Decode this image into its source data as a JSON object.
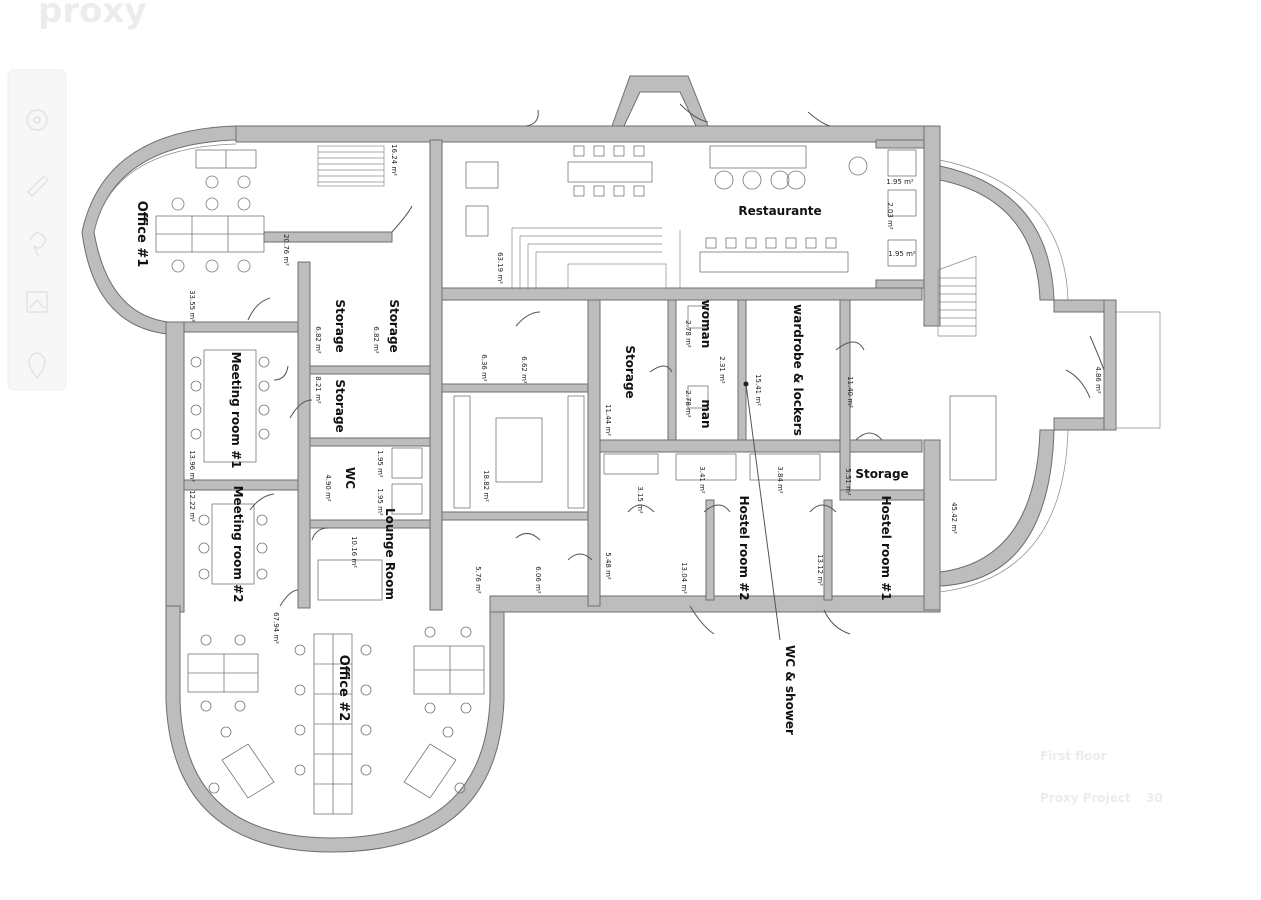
{
  "brand": "proxy",
  "footer": {
    "floor": "First floor",
    "page_prefix": "Proxy Project",
    "page_number": "30"
  },
  "toolbar": [
    "select-icon",
    "pen-icon",
    "lasso-icon",
    "frame-icon",
    "location-icon"
  ],
  "rooms": {
    "office1": "Office #1",
    "office2": "Office #2",
    "meeting1": "Meeting room #1",
    "meeting2": "Meeting room #2",
    "storage_a": "Storage",
    "storage_b": "Storage",
    "storage_c": "Storage",
    "storage_d": "Storage",
    "storage_e": "Storage",
    "wc": "WC",
    "lounge": "Lounge Room",
    "restaurante": "Restaurante",
    "woman": "woman",
    "man": "man",
    "wardrobe": "wardrobe & lockers",
    "hostel1": "Hostel room #1",
    "hostel2": "Hostel room #2",
    "wc_shower": "WC & shower"
  },
  "areas": {
    "a1": "16.24 m²",
    "a2": "20.76 m²",
    "a3": "33.55 m²",
    "a4": "6.82 m²",
    "a5": "6.82 m²",
    "a6": "8.21 m²",
    "a7": "13.96 m²",
    "a8": "12.22 m²",
    "a9": "1.95 m²",
    "a10": "1.95 m²",
    "a11": "4.90 m²",
    "a12": "10.16 m²",
    "a13": "67.94 m²",
    "a14": "63.19 m²",
    "a15": "6.36 m²",
    "a16": "6.62 m²",
    "a17": "18.82 m²",
    "a18": "5.76 m²",
    "a19": "6.06 m²",
    "a20": "11.44 m²",
    "a21": "2.78 m²",
    "a22": "2.31 m²",
    "a23": "2.78 m²",
    "a24": "15.41 m²",
    "a25": "11.40 m²",
    "a26": "3.15 m²",
    "a27": "5.48 m²",
    "a28": "3.41 m²",
    "a29": "3.84 m²",
    "a30": "5.51 m²",
    "a31": "13.04 m²",
    "a32": "13.12 m²",
    "a33": "45.42 m²",
    "a34": "4.86 m²",
    "a35": "1.95 m²",
    "a36": "2.03 m²",
    "a37": "1.95 m²"
  },
  "colors": {
    "wall": "#bdbdbd",
    "line": "#555555",
    "text": "#111111"
  }
}
